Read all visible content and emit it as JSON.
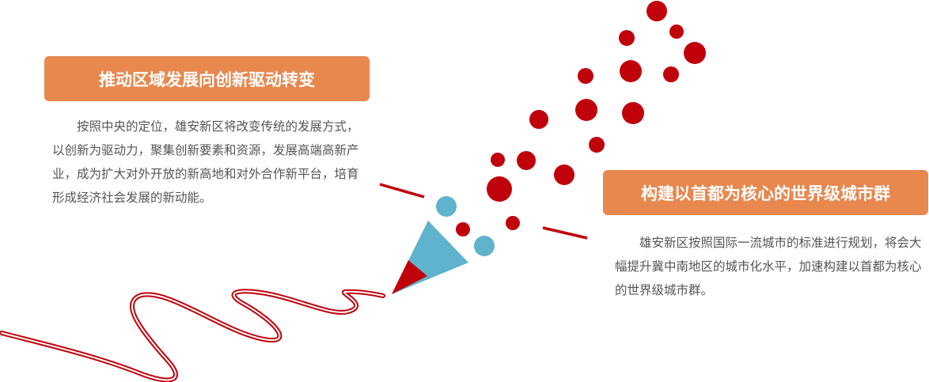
{
  "left_section": {
    "title": "推动区域发展向创新驱动转变",
    "body": "按照中央的定位，雄安新区将改变传统的发展方式，以创新为驱动力，聚集创新要素和资源，发展高端高新产业，成为扩大对外开放的新高地和对外合作新平台，培育形成经济社会发展的新动能。"
  },
  "right_section": {
    "title": "构建以首都为核心的世界级城市群",
    "body": "雄安新区按照国际一流城市的标准进行规划，将会大幅提升冀中南地区的城市化水平，加速构建以首都为核心的世界级城市群。"
  },
  "colors": {
    "banner": "#e8874e",
    "accent_red": "#c0000b",
    "accent_blue": "#5fb3cd",
    "text": "#555555"
  }
}
